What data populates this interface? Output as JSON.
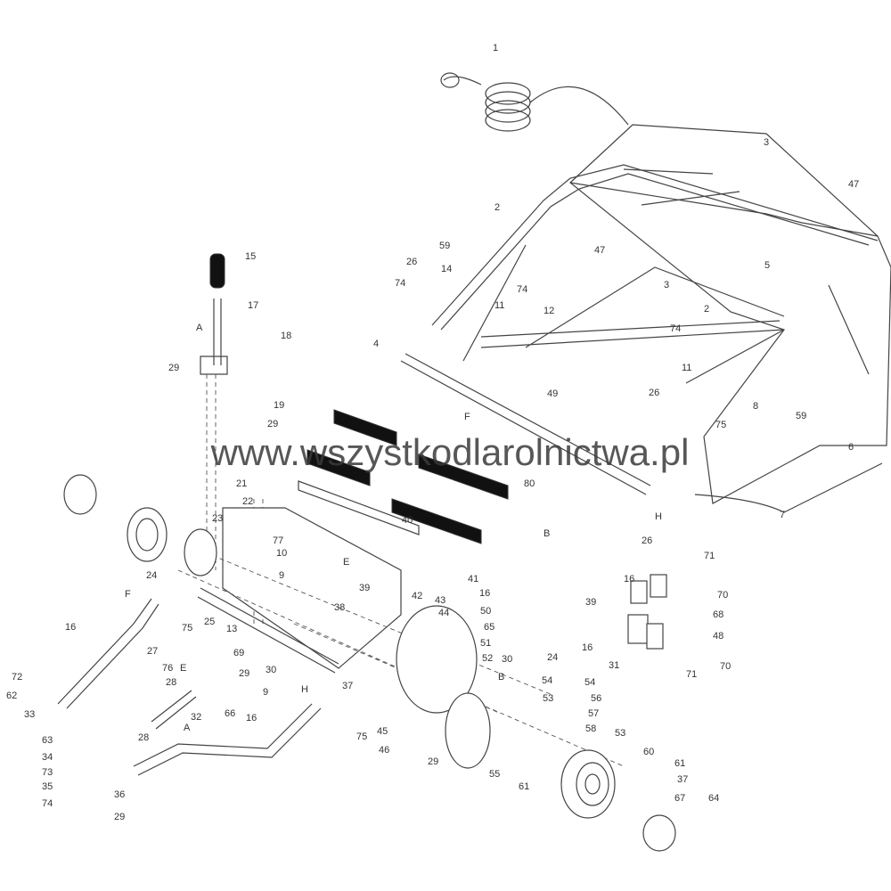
{
  "watermark": "www.wszystkodlarolnictwa.pl",
  "labels": [
    "1",
    "3",
    "47",
    "2",
    "59",
    "47",
    "26",
    "14",
    "5",
    "74",
    "74",
    "3",
    "11",
    "12",
    "2",
    "74",
    "4",
    "11",
    "49",
    "8",
    "59",
    "26",
    "15",
    "17",
    "A",
    "18",
    "29",
    "19",
    "75",
    "F",
    "6",
    "29",
    "21",
    "80",
    "22",
    "23",
    "40",
    "H",
    "7",
    "26",
    "B",
    "77",
    "10",
    "E",
    "24",
    "9",
    "41",
    "39",
    "71",
    "16",
    "70",
    "68",
    "39",
    "48",
    "16",
    "70",
    "31",
    "71",
    "F",
    "25",
    "75",
    "16",
    "42",
    "43",
    "16",
    "44",
    "38",
    "50",
    "13",
    "65",
    "51",
    "52",
    "30",
    "24",
    "27",
    "69",
    "76",
    "28",
    "E",
    "29",
    "30",
    "9",
    "H",
    "37",
    "B",
    "54",
    "54",
    "62",
    "72",
    "33",
    "53",
    "56",
    "66",
    "32",
    "57",
    "16",
    "58",
    "75",
    "53",
    "28",
    "A",
    "45",
    "63",
    "46",
    "29",
    "60",
    "34",
    "55",
    "73",
    "61",
    "61",
    "35",
    "36",
    "37",
    "74",
    "67",
    "64",
    "29"
  ]
}
